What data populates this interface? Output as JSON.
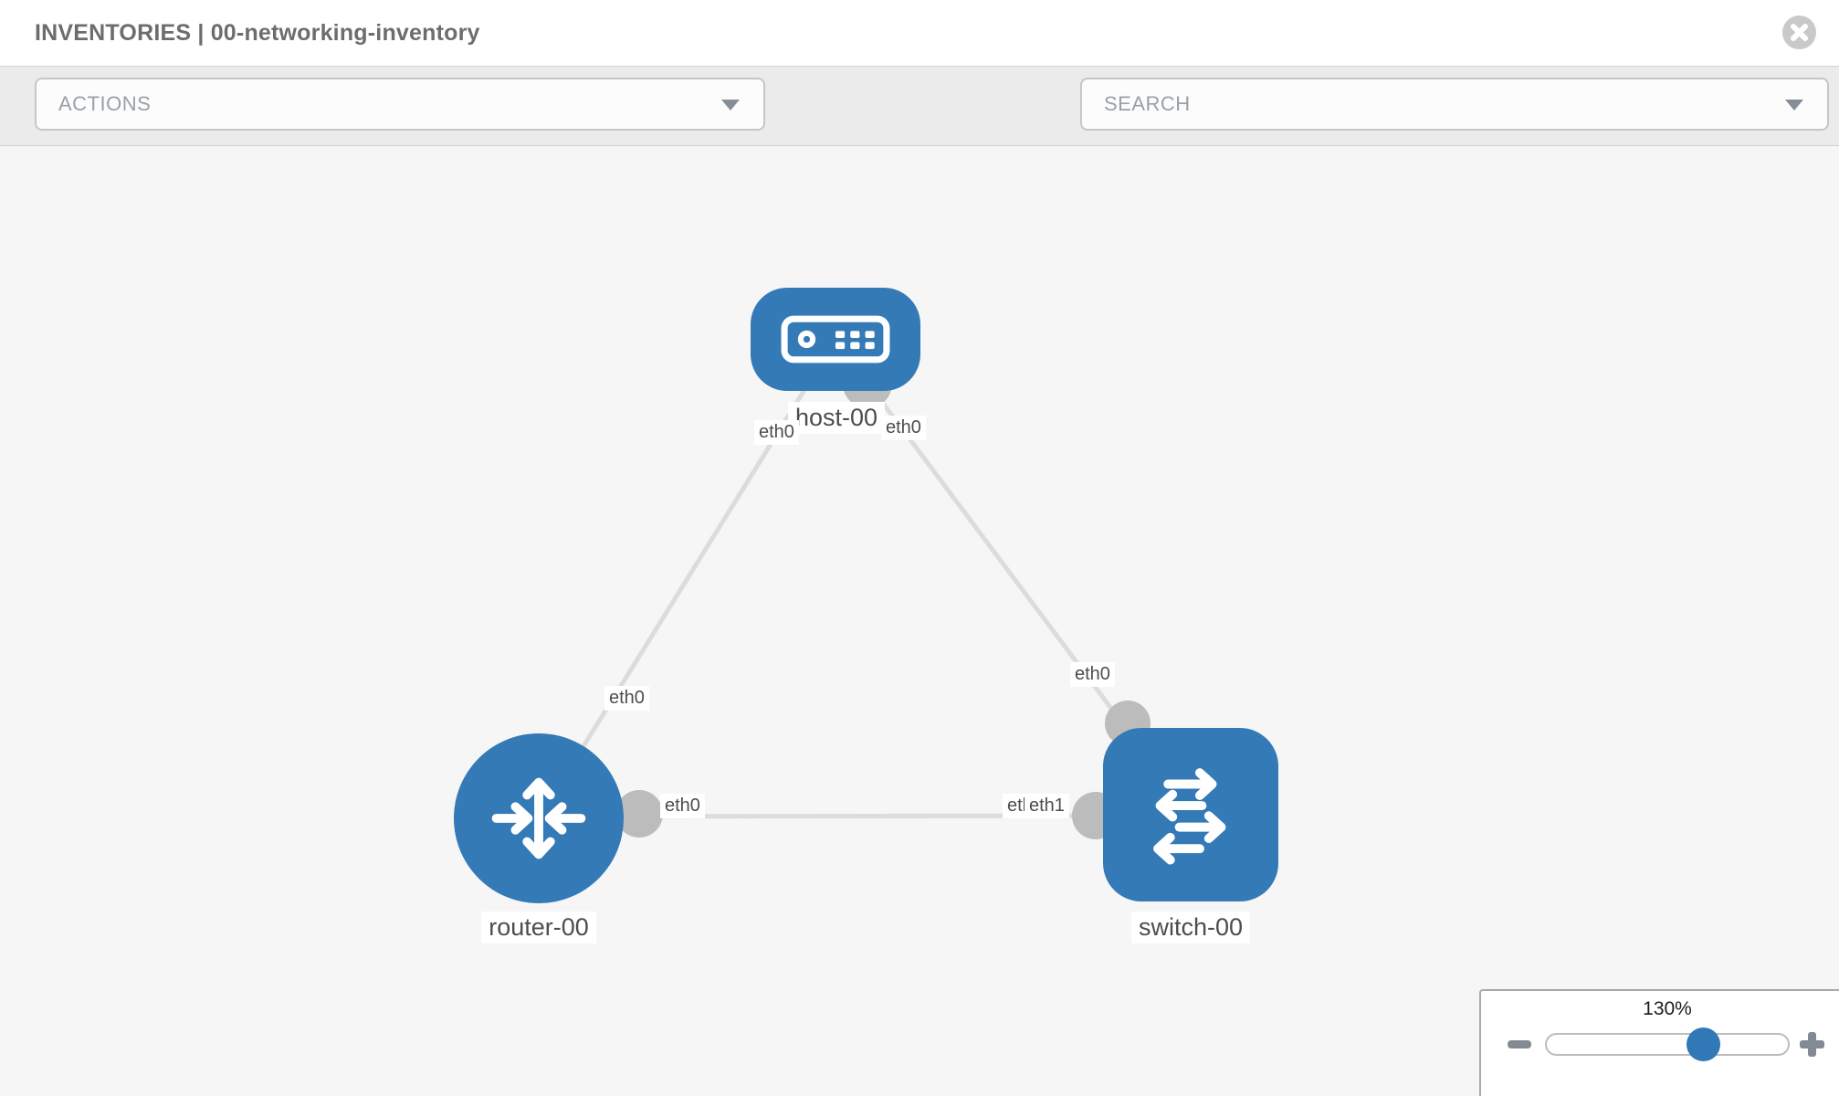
{
  "header": {
    "title": "INVENTORIES | 00-networking-inventory"
  },
  "toolbar": {
    "actions_label": "ACTIONS",
    "search_label": "SEARCH",
    "icons": [
      "wrench-icon",
      "key-icon"
    ]
  },
  "topology": {
    "nodes": [
      {
        "label": "host-00",
        "type": "host"
      },
      {
        "label": "router-00",
        "type": "router"
      },
      {
        "label": "switch-00",
        "type": "switch"
      }
    ],
    "links": [
      {
        "between": [
          "router-00",
          "host-00"
        ]
      },
      {
        "between": [
          "host-00",
          "switch-00"
        ]
      },
      {
        "between": [
          "router-00",
          "switch-00"
        ]
      }
    ],
    "interface_labels": [
      {
        "near": "host-00",
        "edge": "router-00/host-00",
        "text": "eth0"
      },
      {
        "near": "host-00",
        "edge": "host-00/switch-00",
        "text": "eth0"
      },
      {
        "near": "router-00",
        "edge": "router-00/host-00",
        "text": "eth0"
      },
      {
        "near": "switch-00",
        "edge": "host-00/switch-00",
        "text": "eth0"
      },
      {
        "near": "router-00",
        "edge": "router-00/switch-00",
        "text": "eth0"
      },
      {
        "near": "switch-00",
        "edge": "router-00/switch-00",
        "text": "eth0"
      },
      {
        "near": "switch-00",
        "edge": "router-00/switch-00",
        "text": "eth1"
      }
    ]
  },
  "zoom_control": {
    "level": "130%"
  },
  "colors": {
    "node_blue": "#337ab7",
    "edge_gray": "#dcdcdc",
    "endpoint_gray": "#bcbcbc",
    "canvas_bg": "#f6f6f6",
    "toolbar_bg": "#ebebeb"
  }
}
